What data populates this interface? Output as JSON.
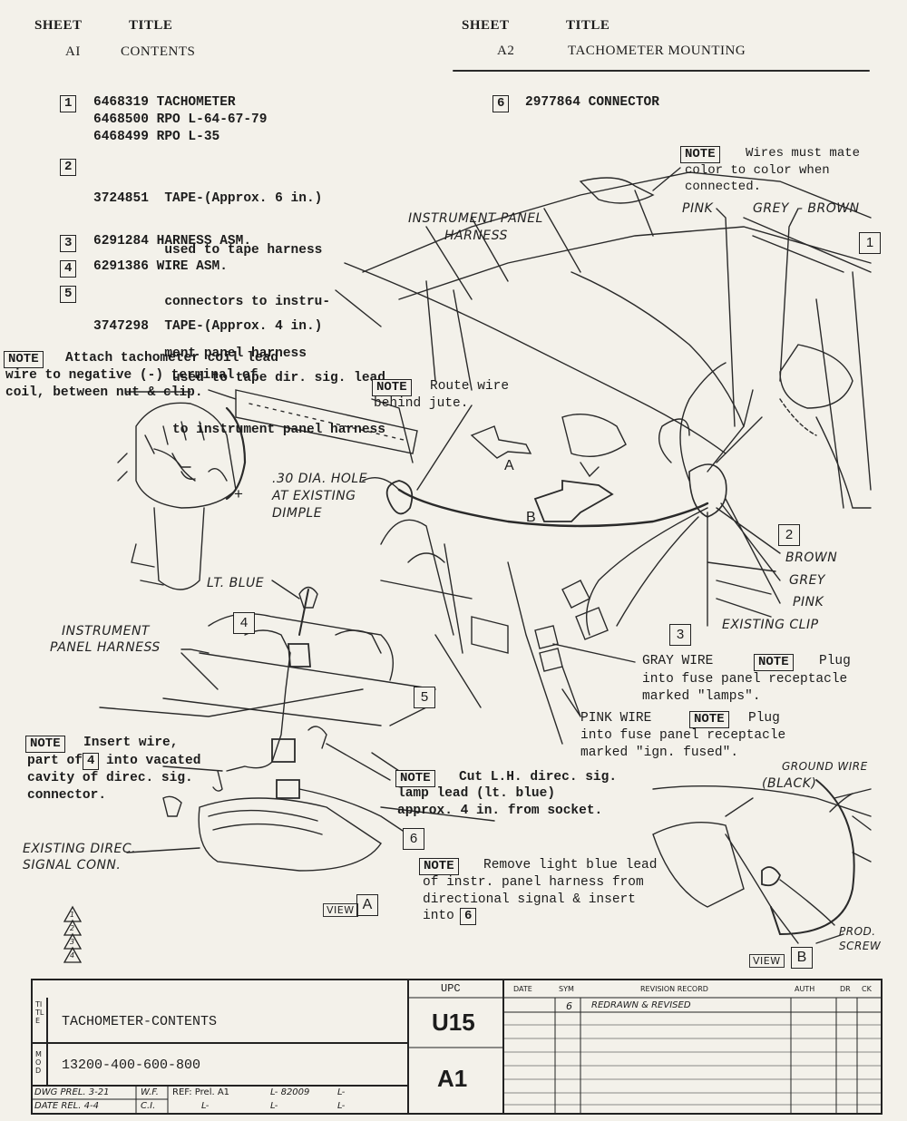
{
  "header": {
    "left": {
      "sheet_label": "SHEET",
      "title_label": "TITLE",
      "sheet": "AI",
      "title": "CONTENTS"
    },
    "right": {
      "sheet_label": "SHEET",
      "title_label": "TITLE",
      "sheet": "A2",
      "title": "TACHOMETER MOUNTING"
    }
  },
  "parts": [
    {
      "num": "1",
      "lines": [
        "6468319  TACHOMETER",
        "6468500  RPO L-64-67-79",
        "6468499  RPO L-35"
      ]
    },
    {
      "num": "2",
      "lines": [
        "3724851  TAPE-(Approx. 6 in.)",
        "         used to tape harness",
        "         connectors to instru-",
        "         ment panel harness"
      ]
    },
    {
      "num": "3",
      "lines": [
        "6291284  HARNESS ASM."
      ]
    },
    {
      "num": "4",
      "lines": [
        "6291386  WIRE ASM."
      ]
    },
    {
      "num": "5",
      "lines": [
        "3747298  TAPE-(Approx. 4 in.)",
        "          used to tape dir. sig. lead",
        "          to instrument panel harness"
      ]
    },
    {
      "num": "6",
      "lines": [
        "2977864  CONNECTOR"
      ]
    }
  ],
  "notes": {
    "label": "NOTE",
    "wires_mate": [
      "Wires must mate",
      "color to color when",
      "connected."
    ],
    "attach_coil": [
      "Attach tachometer coil lead",
      "wire to negative (-) terminal of",
      "coil, between nut & clip."
    ],
    "route_wire": [
      "Route wire",
      "behind jute."
    ],
    "gray_wire": {
      "lead": "GRAY WIRE",
      "after": "Plug",
      "lines": [
        "into fuse panel receptacle",
        "marked \"lamps\"."
      ]
    },
    "pink_wire": {
      "lead": "PINK WIRE",
      "after": "Plug",
      "lines": [
        "into fuse panel receptacle",
        "marked \"ign. fused\"."
      ]
    },
    "insert_wire": {
      "first": "Insert wire,",
      "part_of": "part of",
      "num": "4",
      "after": "into vacated",
      "lines": [
        "cavity of direc. sig.",
        "connector."
      ]
    },
    "cut_lead": {
      "first": "Cut L.H. direc. sig.",
      "lines": [
        "lamp lead (lt. blue)",
        "approx. 4 in. from socket."
      ]
    },
    "remove_lead": {
      "first": "Remove light blue lead",
      "lines": [
        "of instr. panel harness from",
        "directional signal & insert"
      ],
      "into": "into",
      "num": "6"
    }
  },
  "labels": {
    "instrument_panel_harness_top": [
      "INSTRUMENT PANEL",
      "HARNESS"
    ],
    "pink": "PINK",
    "grey_brown": "GREY  - BROWN",
    "hole": [
      ".30 DIA. HOLE",
      "AT EXISTING",
      "DIMPLE"
    ],
    "lt_blue": "LT. BLUE",
    "instrument_panel_harness_left": [
      "INSTRUMENT",
      "PANEL HARNESS"
    ],
    "brown": "BROWN",
    "grey": "GREY",
    "pink2": "PINK",
    "existing_clip": "EXISTING CLIP",
    "existing_direc": [
      "EXISTING DIREC.",
      "SIGNAL CONN."
    ],
    "ground_wire": [
      "GROUND WIRE",
      "(BLACK)"
    ],
    "prod_screw": [
      "PROD.",
      "SCREW"
    ],
    "arrow_a": "A",
    "arrow_b": "B",
    "view_a": "VIEW",
    "view_a_letter": "A",
    "view_b": "VIEW",
    "view_b_letter": "B",
    "plus": "+"
  },
  "callouts": [
    "1",
    "2",
    "3",
    "4",
    "5",
    "6"
  ],
  "revisions": [
    "1",
    "2",
    "3",
    "4"
  ],
  "title_block": {
    "title_side": "TITLE",
    "title": "TACHOMETER-CONTENTS",
    "model_side": "MOD",
    "model": "13200-400-600-800",
    "upc_label": "UPC",
    "upc": "U15",
    "sheet": "A1",
    "rev_headers": [
      "DATE",
      "SYM",
      "REVISION RECORD",
      "AUTH",
      "DR",
      "CK"
    ],
    "rev_row": [
      "",
      "6",
      "REDRAWN & REVISED",
      "",
      "",
      ""
    ],
    "dwg": "DWG PREL. 3-21",
    "date": "DATE REL. 4-4",
    "dr": "W.F.",
    "ck": "C.I.",
    "ref": "REF: Prel.  A1",
    "ref_l1": "L- 82009",
    "ref_l2": "L-",
    "ref_l3": "L-",
    "ref_l4": "L-",
    "ref_l5": "L-"
  }
}
